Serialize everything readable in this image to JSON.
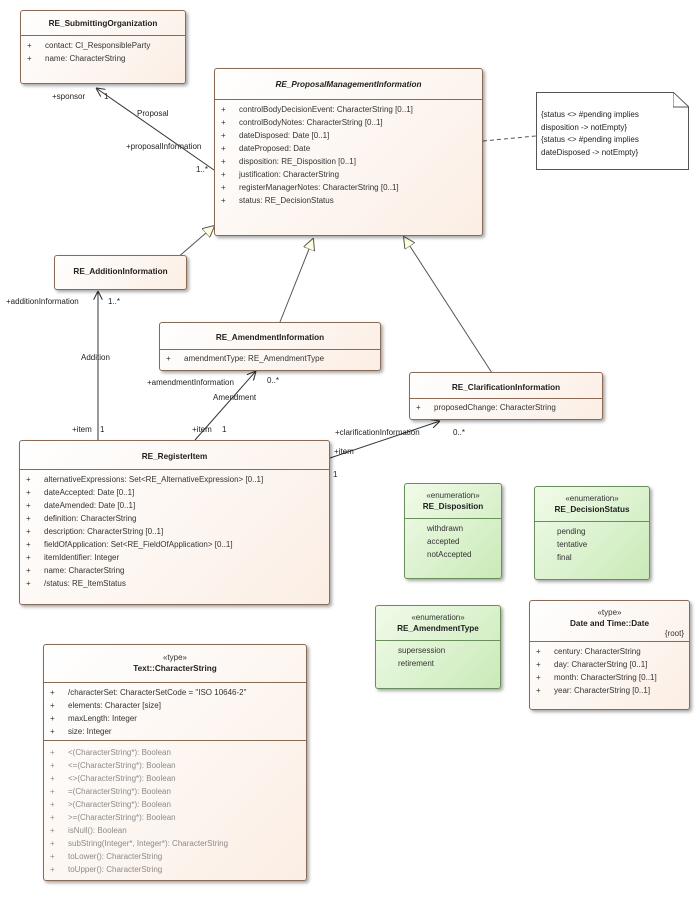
{
  "classes": {
    "submitting_org": {
      "name": "RE_SubmittingOrganization",
      "attributes": [
        {
          "vis": "+",
          "text": "contact: CI_ResponsibleParty"
        },
        {
          "vis": "+",
          "text": "name: CharacterString"
        }
      ]
    },
    "proposal_mgmt": {
      "name": "RE_ProposalManagementInformation",
      "attributes": [
        {
          "vis": "+",
          "text": "controlBodyDecisionEvent: CharacterString [0..1]"
        },
        {
          "vis": "+",
          "text": "controlBodyNotes: CharacterString [0..1]"
        },
        {
          "vis": "+",
          "text": "dateDisposed: Date [0..1]"
        },
        {
          "vis": "+",
          "text": "dateProposed: Date"
        },
        {
          "vis": "+",
          "text": "disposition: RE_Disposition [0..1]"
        },
        {
          "vis": "+",
          "text": "justification: CharacterString"
        },
        {
          "vis": "+",
          "text": "registerManagerNotes: CharacterString [0..1]"
        },
        {
          "vis": "+",
          "text": "status: RE_DecisionStatus"
        }
      ]
    },
    "addition": {
      "name": "RE_AdditionInformation"
    },
    "amendment": {
      "name": "RE_AmendmentInformation",
      "attributes": [
        {
          "vis": "+",
          "text": "amendmentType: RE_AmendmentType"
        }
      ]
    },
    "clarification": {
      "name": "RE_ClarificationInformation",
      "attributes": [
        {
          "vis": "+",
          "text": "proposedChange: CharacterString"
        }
      ]
    },
    "register_item": {
      "name": "RE_RegisterItem",
      "attributes": [
        {
          "vis": "+",
          "text": "alternativeExpressions: Set<RE_AlternativeExpression> [0..1]"
        },
        {
          "vis": "+",
          "text": "dateAccepted: Date [0..1]"
        },
        {
          "vis": "+",
          "text": "dateAmended: Date [0..1]"
        },
        {
          "vis": "+",
          "text": "definition: CharacterString"
        },
        {
          "vis": "+",
          "text": "description: CharacterString [0..1]"
        },
        {
          "vis": "+",
          "text": "fieldOfApplication: Set<RE_FieldOfApplication> [0..1]"
        },
        {
          "vis": "+",
          "text": "itemIdentifier: Integer"
        },
        {
          "vis": "+",
          "text": "name: CharacterString"
        },
        {
          "vis": "+",
          "text": "/status: RE_ItemStatus"
        }
      ]
    },
    "disposition": {
      "stereotype": "«enumeration»",
      "name": "RE_Disposition",
      "literals": [
        "withdrawn",
        "accepted",
        "notAccepted"
      ]
    },
    "decision_status": {
      "stereotype": "«enumeration»",
      "name": "RE_DecisionStatus",
      "literals": [
        "pending",
        "tentative",
        "final"
      ]
    },
    "amendment_type": {
      "stereotype": "«enumeration»",
      "name": "RE_AmendmentType",
      "literals": [
        "supersession",
        "retirement"
      ]
    },
    "date": {
      "stereotype": "«type»",
      "name": "Date and Time::Date",
      "tag": "{root}",
      "attributes": [
        {
          "vis": "+",
          "text": "century: CharacterString"
        },
        {
          "vis": "+",
          "text": "day: CharacterString [0..1]"
        },
        {
          "vis": "+",
          "text": "month: CharacterString [0..1]"
        },
        {
          "vis": "+",
          "text": "year: CharacterString [0..1]"
        }
      ]
    },
    "character_string": {
      "stereotype": "«type»",
      "name": "Text::CharacterString",
      "attributes": [
        {
          "vis": "+",
          "text": "/characterSet: CharacterSetCode = \"ISO 10646-2\""
        },
        {
          "vis": "+",
          "text": "elements: Character [size]"
        },
        {
          "vis": "+",
          "text": "maxLength: Integer"
        },
        {
          "vis": "+",
          "text": "size: Integer"
        }
      ],
      "operations": [
        {
          "vis": "+",
          "text": "<(CharacterString*): Boolean"
        },
        {
          "vis": "+",
          "text": "<=(CharacterString*): Boolean"
        },
        {
          "vis": "+",
          "text": "<>(CharacterString*): Boolean"
        },
        {
          "vis": "+",
          "text": "=(CharacterString*): Boolean"
        },
        {
          "vis": "+",
          "text": ">(CharacterString*): Boolean"
        },
        {
          "vis": "+",
          "text": ">=(CharacterString*): Boolean"
        },
        {
          "vis": "+",
          "text": "isNull(): Boolean"
        },
        {
          "vis": "+",
          "text": "subString(Integer*, Integer*): CharacterString"
        },
        {
          "vis": "+",
          "text": "toLower(): CharacterString"
        },
        {
          "vis": "+",
          "text": "toUpper(): CharacterString"
        }
      ]
    }
  },
  "note": {
    "lines": [
      "{status <> #pending implies",
      "disposition -> notEmpty}",
      "{status <> #pending implies",
      "dateDisposed -> notEmpty}"
    ]
  },
  "associations": {
    "proposal": {
      "name": "Proposal",
      "end1_role": "+sponsor",
      "end1_mult": "1",
      "end2_role": "+proposalInformation",
      "end2_mult": "1..*"
    },
    "addition": {
      "name": "Addition",
      "end1_role": "+additionInformation",
      "end1_mult": "1..*",
      "end2_role": "+item",
      "end2_mult": "1"
    },
    "amendment": {
      "name": "Amendment",
      "end1_role": "+amendmentInformation",
      "end1_mult": "0..*",
      "end2_role": "+item",
      "end2_mult": "1"
    },
    "clarification": {
      "end1_role": "+clarificationInformation",
      "end1_mult": "0..*",
      "end2_role": "+item",
      "end2_mult": "1"
    }
  },
  "colors": {
    "class_fill": "#fbeee4",
    "class_border": "#8a6a55",
    "enum_fill": "#c9eab8",
    "enum_border": "#6a8f5a",
    "operation_text": "#8b8b8b"
  }
}
